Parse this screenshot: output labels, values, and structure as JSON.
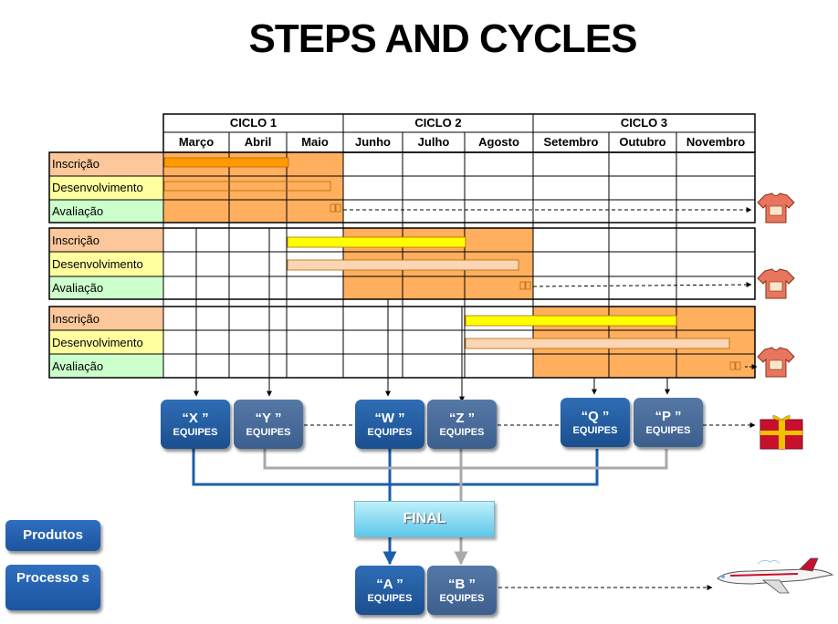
{
  "title": "STEPS AND CYCLES",
  "cycles": [
    "CICLO 1",
    "CICLO 2",
    "CICLO 3"
  ],
  "months": [
    "Março",
    "Abril",
    "Maio",
    "Junho",
    "Julho",
    "Agosto",
    "Setembro",
    "Outubro",
    "Novembro"
  ],
  "rows": {
    "inscricao": "Inscrição",
    "desenvolvimento": "Desenvolvimento",
    "avaliacao": "Avaliação"
  },
  "teams": {
    "x": "“X ”",
    "y": "“Y ”",
    "w": "“W ”",
    "z": "“Z ”",
    "q": "“Q ”",
    "p": "“P ”",
    "a": "“A ”",
    "b": "“B ”",
    "equipes": "EQUIPES"
  },
  "final": "FINAL",
  "sidebar": {
    "produtos": "Produtos",
    "processos": "Processo s"
  },
  "icons": [
    "shirt-icon",
    "gift-icon",
    "airplane-icon"
  ],
  "colors": {
    "orange": "#ffa64d",
    "bar_orange": "#ff9900",
    "yellow": "#ffff00",
    "peach": "#fcd5b4",
    "label_orange": "#fcc89b",
    "label_yellow": "#ffffa0",
    "label_green": "#ccffcc",
    "blue": "#1b5fad"
  }
}
